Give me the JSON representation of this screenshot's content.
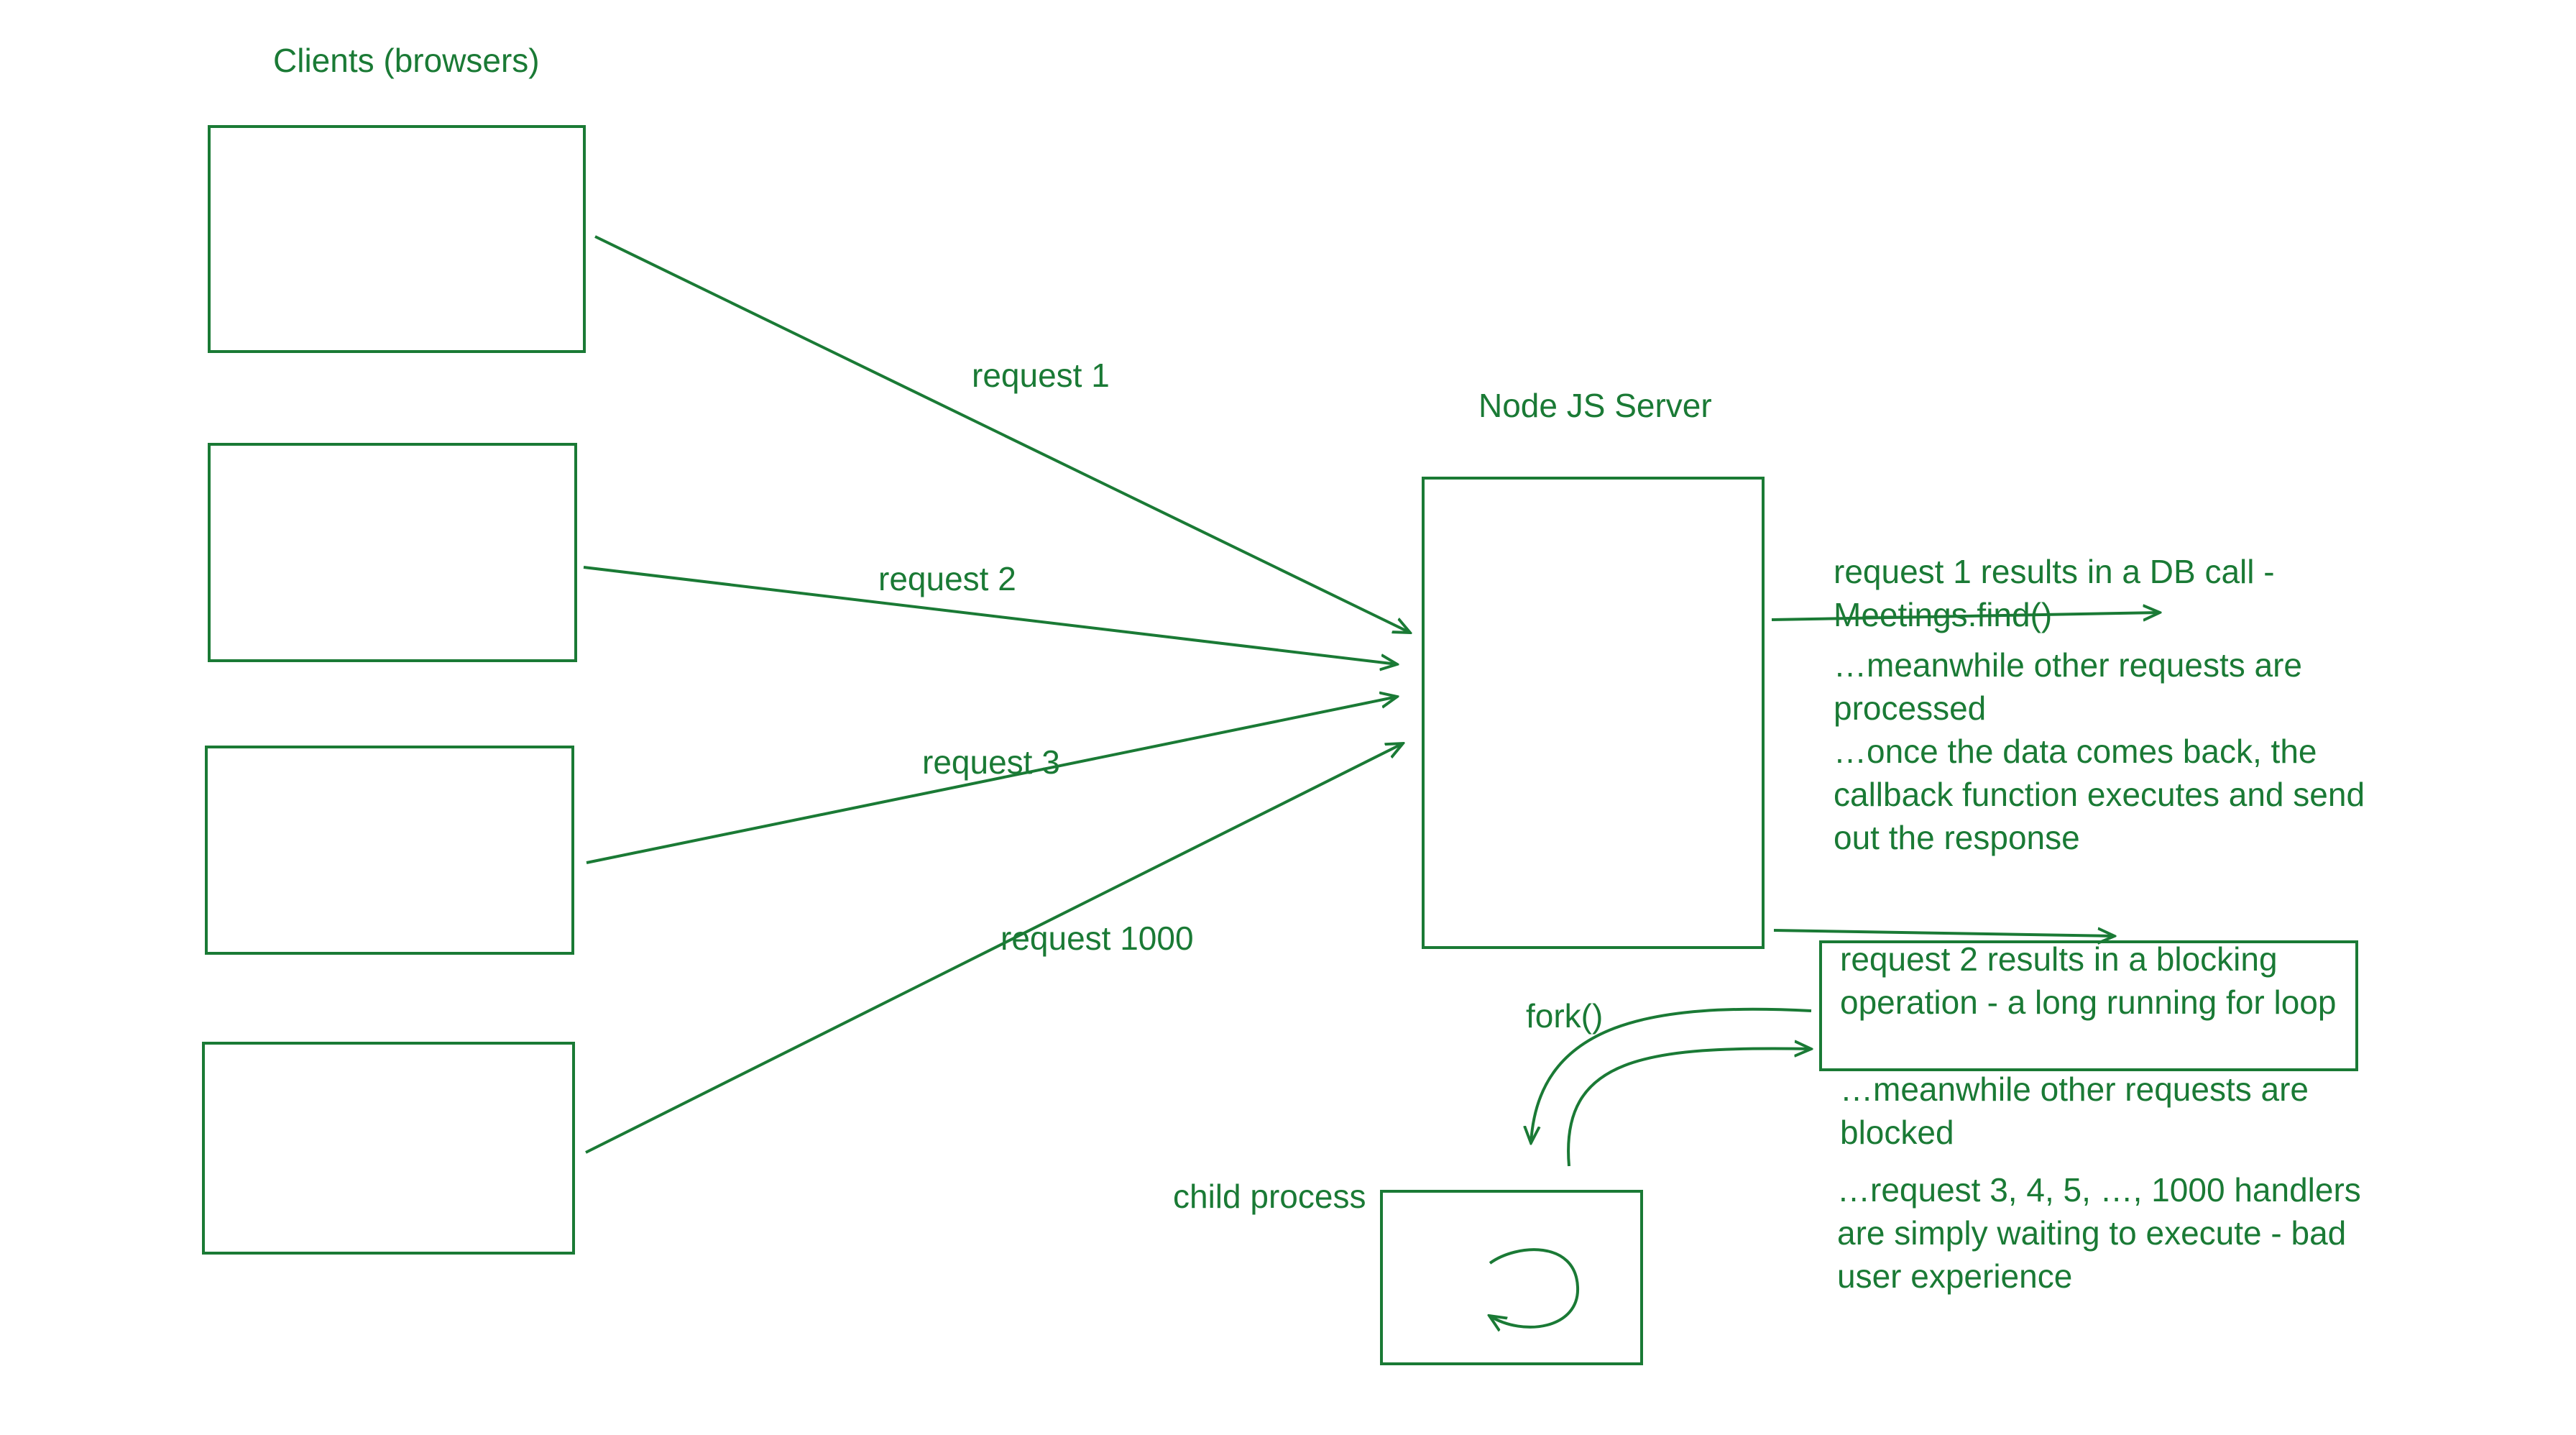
{
  "diagram": {
    "stroke_color": "#1a7a35",
    "clients": {
      "title": "Clients (browsers)"
    },
    "requests": {
      "r1": "request 1",
      "r2": "request 2",
      "r3": "request 3",
      "r1000": "request 1000"
    },
    "server": {
      "title": "Node JS Server"
    },
    "notes": {
      "db_call": "request 1 results in a DB call - Meetings.find()",
      "meanwhile_processed": "…meanwhile other requests are processed",
      "data_back": "…once the data comes back, the callback function executes and send out the response",
      "blocking": "request 2 results in a blocking operation - a long running for loop",
      "meanwhile_blocked": "…meanwhile other requests are blocked",
      "waiting": "…request 3, 4, 5, …, 1000 handlers are simply waiting to execute - bad user experience"
    },
    "fork": {
      "label": "fork()"
    },
    "child": {
      "label": "child process"
    }
  }
}
